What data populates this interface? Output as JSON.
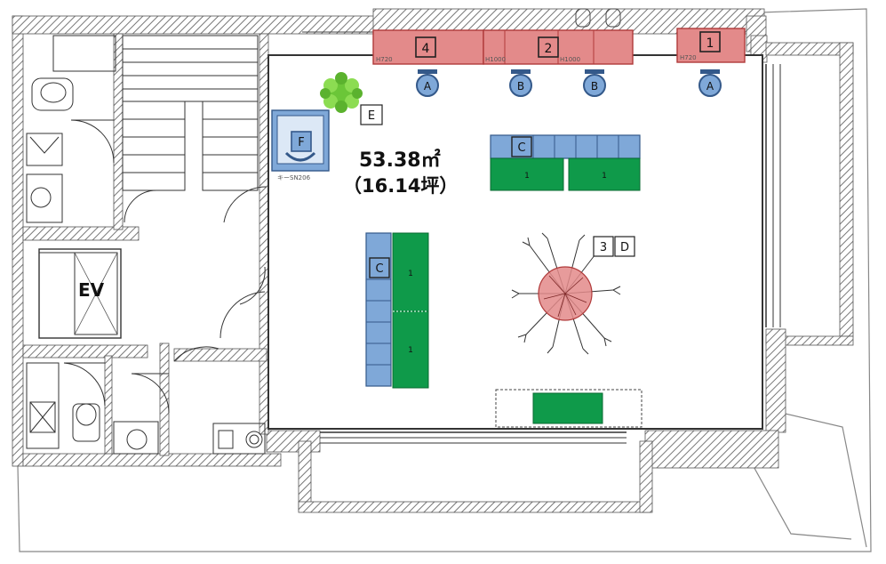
{
  "area": {
    "sqm": "53.38㎡",
    "tsubo": "（16.14坪）"
  },
  "elevator": "EV",
  "key_label": "キーSN206",
  "counters": [
    {
      "num": "4",
      "height": "H720"
    },
    {
      "num": "2",
      "height_left": "H1000",
      "height_right": "H1000"
    },
    {
      "num": "1",
      "height": "H720"
    }
  ],
  "chairs": [
    "A",
    "B",
    "B",
    "A"
  ],
  "markers": {
    "c": "C",
    "e": "E",
    "f": "F",
    "three": "3",
    "d": "D"
  },
  "table_label": "1",
  "colors": {
    "counter": "#e38a8a",
    "counter_border": "#b03a3a",
    "table": "#0f9a4a",
    "chair": "#7fa8d8",
    "chair_border": "#34598a",
    "wall": "#6e6e6e",
    "plant": "#6bc638"
  }
}
